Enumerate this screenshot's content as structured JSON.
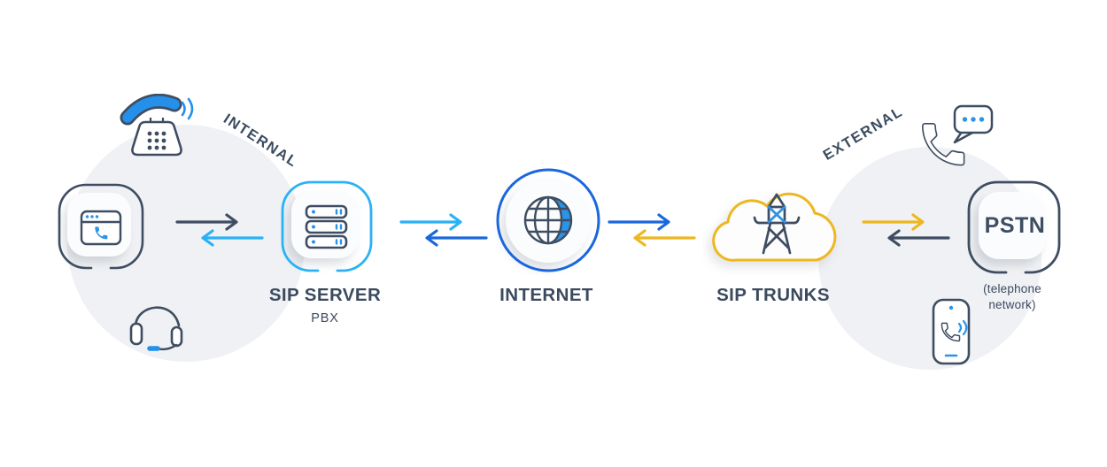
{
  "zones": {
    "internal": {
      "label": "INTERNAL"
    },
    "external": {
      "label": "EXTERNAL"
    }
  },
  "nodes": {
    "sip_server": {
      "label": "SIP SERVER",
      "sublabel": "PBX"
    },
    "internet": {
      "label": "INTERNET"
    },
    "sip_trunks": {
      "label": "SIP TRUNKS"
    },
    "pstn": {
      "label": "PSTN",
      "sublabel": "(telephone network)"
    }
  },
  "icons": [
    "desk-phone-icon",
    "softphone-app-icon",
    "headset-icon",
    "server-rack-icon",
    "globe-icon",
    "cloud-icon",
    "transmission-tower-icon",
    "handset-chat-icon",
    "mobile-phone-icon",
    "arrow-right-icon",
    "arrow-left-icon",
    "sound-waves-icon"
  ],
  "colors": {
    "navy": "#3e4d61",
    "cyan": "#29b2f6",
    "royal_blue": "#1a67dd",
    "yellow": "#eeb71f",
    "icon_blue": "#2b93e8",
    "handset_blue": "#2490ea",
    "zone_gray": "#f0f1f4",
    "card_white": "#fbfcfd"
  }
}
